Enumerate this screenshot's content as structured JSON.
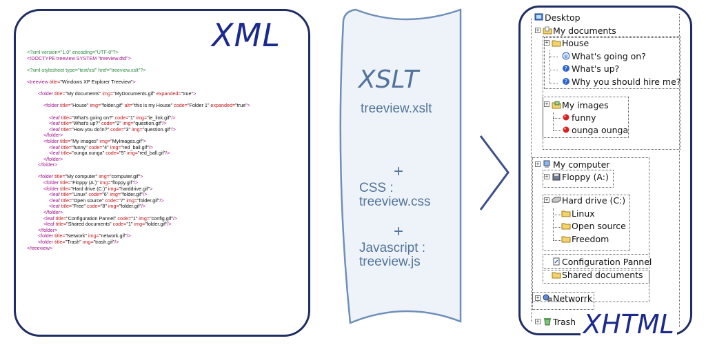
{
  "xml_panel": {
    "title": "XML",
    "code_lines": [
      [
        [
          "decl",
          "<?xml version=\"1.0\" encoding=\"UTF-8\"?>"
        ]
      ],
      [
        [
          "tag",
          "<!DOCTYPE treeview SYSTEM \"treeview.dtd\">"
        ]
      ],
      [],
      [
        [
          "decl",
          "<?xml-stylesheet type=\"text/xsl\" href=\"treeview.xslt\"?>"
        ]
      ],
      [],
      [
        [
          "tag",
          "<treeview "
        ],
        [
          "attr",
          "title="
        ],
        [
          "val",
          "\"Windows XP Explorer Treeview\""
        ],
        [
          "tag",
          ">"
        ]
      ],
      [],
      [
        [
          "sp",
          "        "
        ],
        [
          "tag",
          "<folder "
        ],
        [
          "attr",
          "title="
        ],
        [
          "val",
          "\"My documents\" "
        ],
        [
          "attr",
          "img="
        ],
        [
          "val",
          "\"MyDocuments.gif\" "
        ],
        [
          "attr",
          "expanded="
        ],
        [
          "val",
          "\"true\""
        ],
        [
          "tag",
          ">"
        ]
      ],
      [],
      [
        [
          "sp",
          "            "
        ],
        [
          "tag",
          "<folder "
        ],
        [
          "attr",
          "title="
        ],
        [
          "val",
          "\"House\" "
        ],
        [
          "attr",
          "img="
        ],
        [
          "val",
          "\"folder.gif\" "
        ],
        [
          "attr",
          "alt="
        ],
        [
          "val",
          "\"this is my House\" "
        ],
        [
          "attr",
          "code="
        ],
        [
          "val",
          "\"Folder 1\" "
        ],
        [
          "attr",
          "expanded="
        ],
        [
          "val",
          "\"true\""
        ],
        [
          "tag",
          ">"
        ]
      ],
      [],
      [
        [
          "sp",
          "                "
        ],
        [
          "tag",
          "<leaf "
        ],
        [
          "attr",
          "title="
        ],
        [
          "val",
          "\"What's going on?\" "
        ],
        [
          "attr",
          "code="
        ],
        [
          "val",
          "\"1\" "
        ],
        [
          "attr",
          "img="
        ],
        [
          "val",
          "\"ie_link.gif\""
        ],
        [
          "tag",
          "/>"
        ]
      ],
      [
        [
          "sp",
          "                "
        ],
        [
          "tag",
          "<leaf "
        ],
        [
          "attr",
          "title="
        ],
        [
          "val",
          "\"What's up?\" "
        ],
        [
          "attr",
          "code="
        ],
        [
          "val",
          "\"2\" "
        ],
        [
          "attr",
          "img="
        ],
        [
          "val",
          "\"question.gif\""
        ],
        [
          "tag",
          "/>"
        ]
      ],
      [
        [
          "sp",
          "                "
        ],
        [
          "tag",
          "<leaf "
        ],
        [
          "attr",
          "title="
        ],
        [
          "val",
          "\"How you do'in?\" "
        ],
        [
          "attr",
          "code="
        ],
        [
          "val",
          "\"3\" "
        ],
        [
          "attr",
          "img="
        ],
        [
          "val",
          "\"question.gif\""
        ],
        [
          "tag",
          "/>"
        ]
      ],
      [
        [
          "sp",
          "            "
        ],
        [
          "tag",
          "</folder>"
        ]
      ],
      [
        [
          "sp",
          "            "
        ],
        [
          "tag",
          "<folder "
        ],
        [
          "attr",
          "title="
        ],
        [
          "val",
          "\"My images\" "
        ],
        [
          "attr",
          "img="
        ],
        [
          "val",
          "\"MyImages.gif\""
        ],
        [
          "tag",
          ">"
        ]
      ],
      [
        [
          "sp",
          "                "
        ],
        [
          "tag",
          "<leaf "
        ],
        [
          "attr",
          "title="
        ],
        [
          "val",
          "\"funny\" "
        ],
        [
          "attr",
          "code="
        ],
        [
          "val",
          "\"4\" "
        ],
        [
          "attr",
          "img="
        ],
        [
          "val",
          "\"red_ball.gif\""
        ],
        [
          "tag",
          "/>"
        ]
      ],
      [
        [
          "sp",
          "                "
        ],
        [
          "tag",
          "<leaf "
        ],
        [
          "attr",
          "title="
        ],
        [
          "val",
          "\"ounga ounga\" "
        ],
        [
          "attr",
          "code="
        ],
        [
          "val",
          "\"5\" "
        ],
        [
          "attr",
          "img="
        ],
        [
          "val",
          "\"red_ball.gif\""
        ],
        [
          "tag",
          "/>"
        ]
      ],
      [
        [
          "sp",
          "            "
        ],
        [
          "tag",
          "</folder>"
        ]
      ],
      [
        [
          "sp",
          "        "
        ],
        [
          "tag",
          "</folder>"
        ]
      ],
      [],
      [
        [
          "sp",
          "        "
        ],
        [
          "tag",
          "<folder "
        ],
        [
          "attr",
          "title="
        ],
        [
          "val",
          "\"My computer\" "
        ],
        [
          "attr",
          "img="
        ],
        [
          "val",
          "\"computer.gif\""
        ],
        [
          "tag",
          ">"
        ]
      ],
      [
        [
          "sp",
          "            "
        ],
        [
          "tag",
          "<folder "
        ],
        [
          "attr",
          "title="
        ],
        [
          "val",
          "\"Floppy (A:)\" "
        ],
        [
          "attr",
          "img="
        ],
        [
          "val",
          "\"floppy.gif\""
        ],
        [
          "tag",
          "/>"
        ]
      ],
      [
        [
          "sp",
          "            "
        ],
        [
          "tag",
          "<folder "
        ],
        [
          "attr",
          "title="
        ],
        [
          "val",
          "\"Hard drive (C:)\" "
        ],
        [
          "attr",
          "img="
        ],
        [
          "val",
          "\"harddrive.gif\""
        ],
        [
          "tag",
          ">"
        ]
      ],
      [
        [
          "sp",
          "                "
        ],
        [
          "tag",
          "<leaf "
        ],
        [
          "attr",
          "title="
        ],
        [
          "val",
          "\"Linux\" "
        ],
        [
          "attr",
          "code="
        ],
        [
          "val",
          "\"6\" "
        ],
        [
          "attr",
          "img="
        ],
        [
          "val",
          "\"folder.gif\""
        ],
        [
          "tag",
          "/>"
        ]
      ],
      [
        [
          "sp",
          "                "
        ],
        [
          "tag",
          "<leaf "
        ],
        [
          "attr",
          "title="
        ],
        [
          "val",
          "\"Open source\" "
        ],
        [
          "attr",
          "code="
        ],
        [
          "val",
          "\"7\" "
        ],
        [
          "attr",
          "img="
        ],
        [
          "val",
          "\"folder.gif\""
        ],
        [
          "tag",
          "/>"
        ]
      ],
      [
        [
          "sp",
          "                "
        ],
        [
          "tag",
          "<leaf "
        ],
        [
          "attr",
          "title="
        ],
        [
          "val",
          "\"Free\" "
        ],
        [
          "attr",
          "code="
        ],
        [
          "val",
          "\"8\" "
        ],
        [
          "attr",
          "img="
        ],
        [
          "val",
          "\"folder.gif\""
        ],
        [
          "tag",
          "/>"
        ]
      ],
      [
        [
          "sp",
          "            "
        ],
        [
          "tag",
          "</folder>"
        ]
      ],
      [
        [
          "sp",
          "            "
        ],
        [
          "tag",
          "<leaf "
        ],
        [
          "attr",
          "title="
        ],
        [
          "val",
          "\"Configuration Pannel\" "
        ],
        [
          "attr",
          "code="
        ],
        [
          "val",
          "\"1\" "
        ],
        [
          "attr",
          "img="
        ],
        [
          "val",
          "\"config.gif\""
        ],
        [
          "tag",
          "/>"
        ]
      ],
      [
        [
          "sp",
          "            "
        ],
        [
          "tag",
          "<leaf "
        ],
        [
          "attr",
          "title="
        ],
        [
          "val",
          "\"Shared documents\" "
        ],
        [
          "attr",
          "code="
        ],
        [
          "val",
          "\"1\" "
        ],
        [
          "attr",
          "img="
        ],
        [
          "val",
          "\"folder.gif\""
        ],
        [
          "tag",
          "/>"
        ]
      ],
      [
        [
          "sp",
          "        "
        ],
        [
          "tag",
          "</folder>"
        ]
      ],
      [
        [
          "sp",
          "        "
        ],
        [
          "tag",
          "<folder "
        ],
        [
          "attr",
          "title="
        ],
        [
          "val",
          "\"Network\" "
        ],
        [
          "attr",
          "img="
        ],
        [
          "val",
          "\"network.gif\""
        ],
        [
          "tag",
          "/>"
        ]
      ],
      [
        [
          "sp",
          "        "
        ],
        [
          "tag",
          "<folder "
        ],
        [
          "attr",
          "title="
        ],
        [
          "val",
          "\"Trash\" "
        ],
        [
          "attr",
          "img="
        ],
        [
          "val",
          "\"trash.gif\""
        ],
        [
          "tag",
          "/>"
        ]
      ],
      [
        [
          "tag",
          "</treeview>"
        ]
      ]
    ]
  },
  "middle": {
    "xslt_title": "XSLT",
    "xslt_file": "treeview.xslt",
    "plus_1": "+",
    "css_label": "CSS :",
    "css_file": "treeview.css",
    "plus_2": "+",
    "js_label": "Javascript :",
    "js_file": "treeview.js"
  },
  "xhtml_panel": {
    "title": "XHTML",
    "tree": {
      "desktop": "Desktop",
      "my_documents": "My documents",
      "house": "House",
      "whats_going_on": "What's going on?",
      "whats_up": "What's up?",
      "why_hire": "Why you should hire me?",
      "my_images": "My images",
      "funny": "funny",
      "ounga": "ounga ounga",
      "my_computer": "My computer",
      "floppy": "Floppy (A:)",
      "hard_drive": "Hard drive (C:)",
      "linux": "Linux",
      "open_source": "Open source",
      "freedom": "Freedom",
      "config": "Configuration Pannel",
      "shared": "Shared documents",
      "network": "Networrk",
      "trash": "Trash"
    }
  },
  "colors": {
    "panel_border": "#1f2d63",
    "title_blue": "#1b2a8c",
    "middle_text": "#53739a",
    "middle_fill": "#eef3fa",
    "middle_border": "#6e8fb8",
    "xml_decl": "#2f8a43",
    "xml_tag": "#a0138b",
    "xml_attr": "#c2161a"
  }
}
